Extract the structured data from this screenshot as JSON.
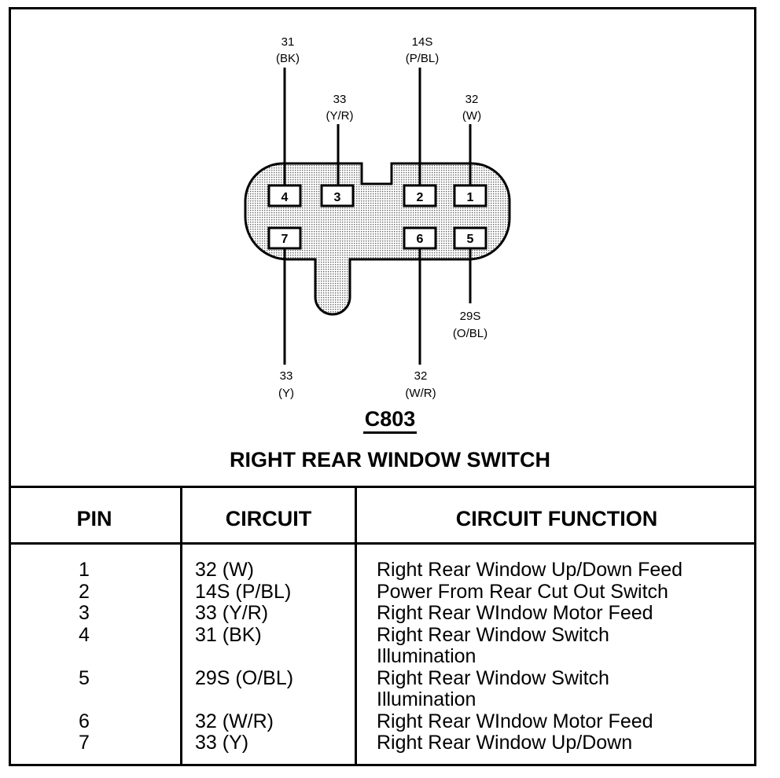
{
  "connector": {
    "id": "C803",
    "title": "RIGHT REAR WINDOW SWITCH",
    "pins": [
      {
        "pin": "1",
        "circuit": "32",
        "color": "(W)"
      },
      {
        "pin": "2",
        "circuit": "14S",
        "color": "(P/BL)"
      },
      {
        "pin": "3",
        "circuit": "33",
        "color": "(Y/R)"
      },
      {
        "pin": "4",
        "circuit": "31",
        "color": "(BK)"
      },
      {
        "pin": "5",
        "circuit": "29S",
        "color": "(O/BL)"
      },
      {
        "pin": "6",
        "circuit": "32",
        "color": "(W/R)"
      },
      {
        "pin": "7",
        "circuit": "33",
        "color": "(Y)"
      }
    ]
  },
  "table": {
    "headers": {
      "pin": "PIN",
      "circuit": "CIRCUIT",
      "function": "CIRCUIT FUNCTION"
    },
    "pin_lines": [
      "1",
      "2",
      "3",
      "4",
      "",
      "5",
      "",
      "6",
      "7"
    ],
    "circuit_lines": [
      "32 (W)",
      "14S (P/BL)",
      "33 (Y/R)",
      "31 (BK)",
      "",
      "29S (O/BL)",
      "",
      "32 (W/R)",
      "33 (Y)"
    ],
    "function_lines": [
      "Right Rear Window Up/Down Feed",
      "Power From Rear Cut Out Switch",
      "Right Rear WIndow Motor Feed",
      "Right Rear Window Switch",
      "Illumination",
      "Right Rear Window Switch",
      "Illumination",
      "Right Rear WIndow Motor Feed",
      "Right Rear Window Up/Down"
    ]
  }
}
